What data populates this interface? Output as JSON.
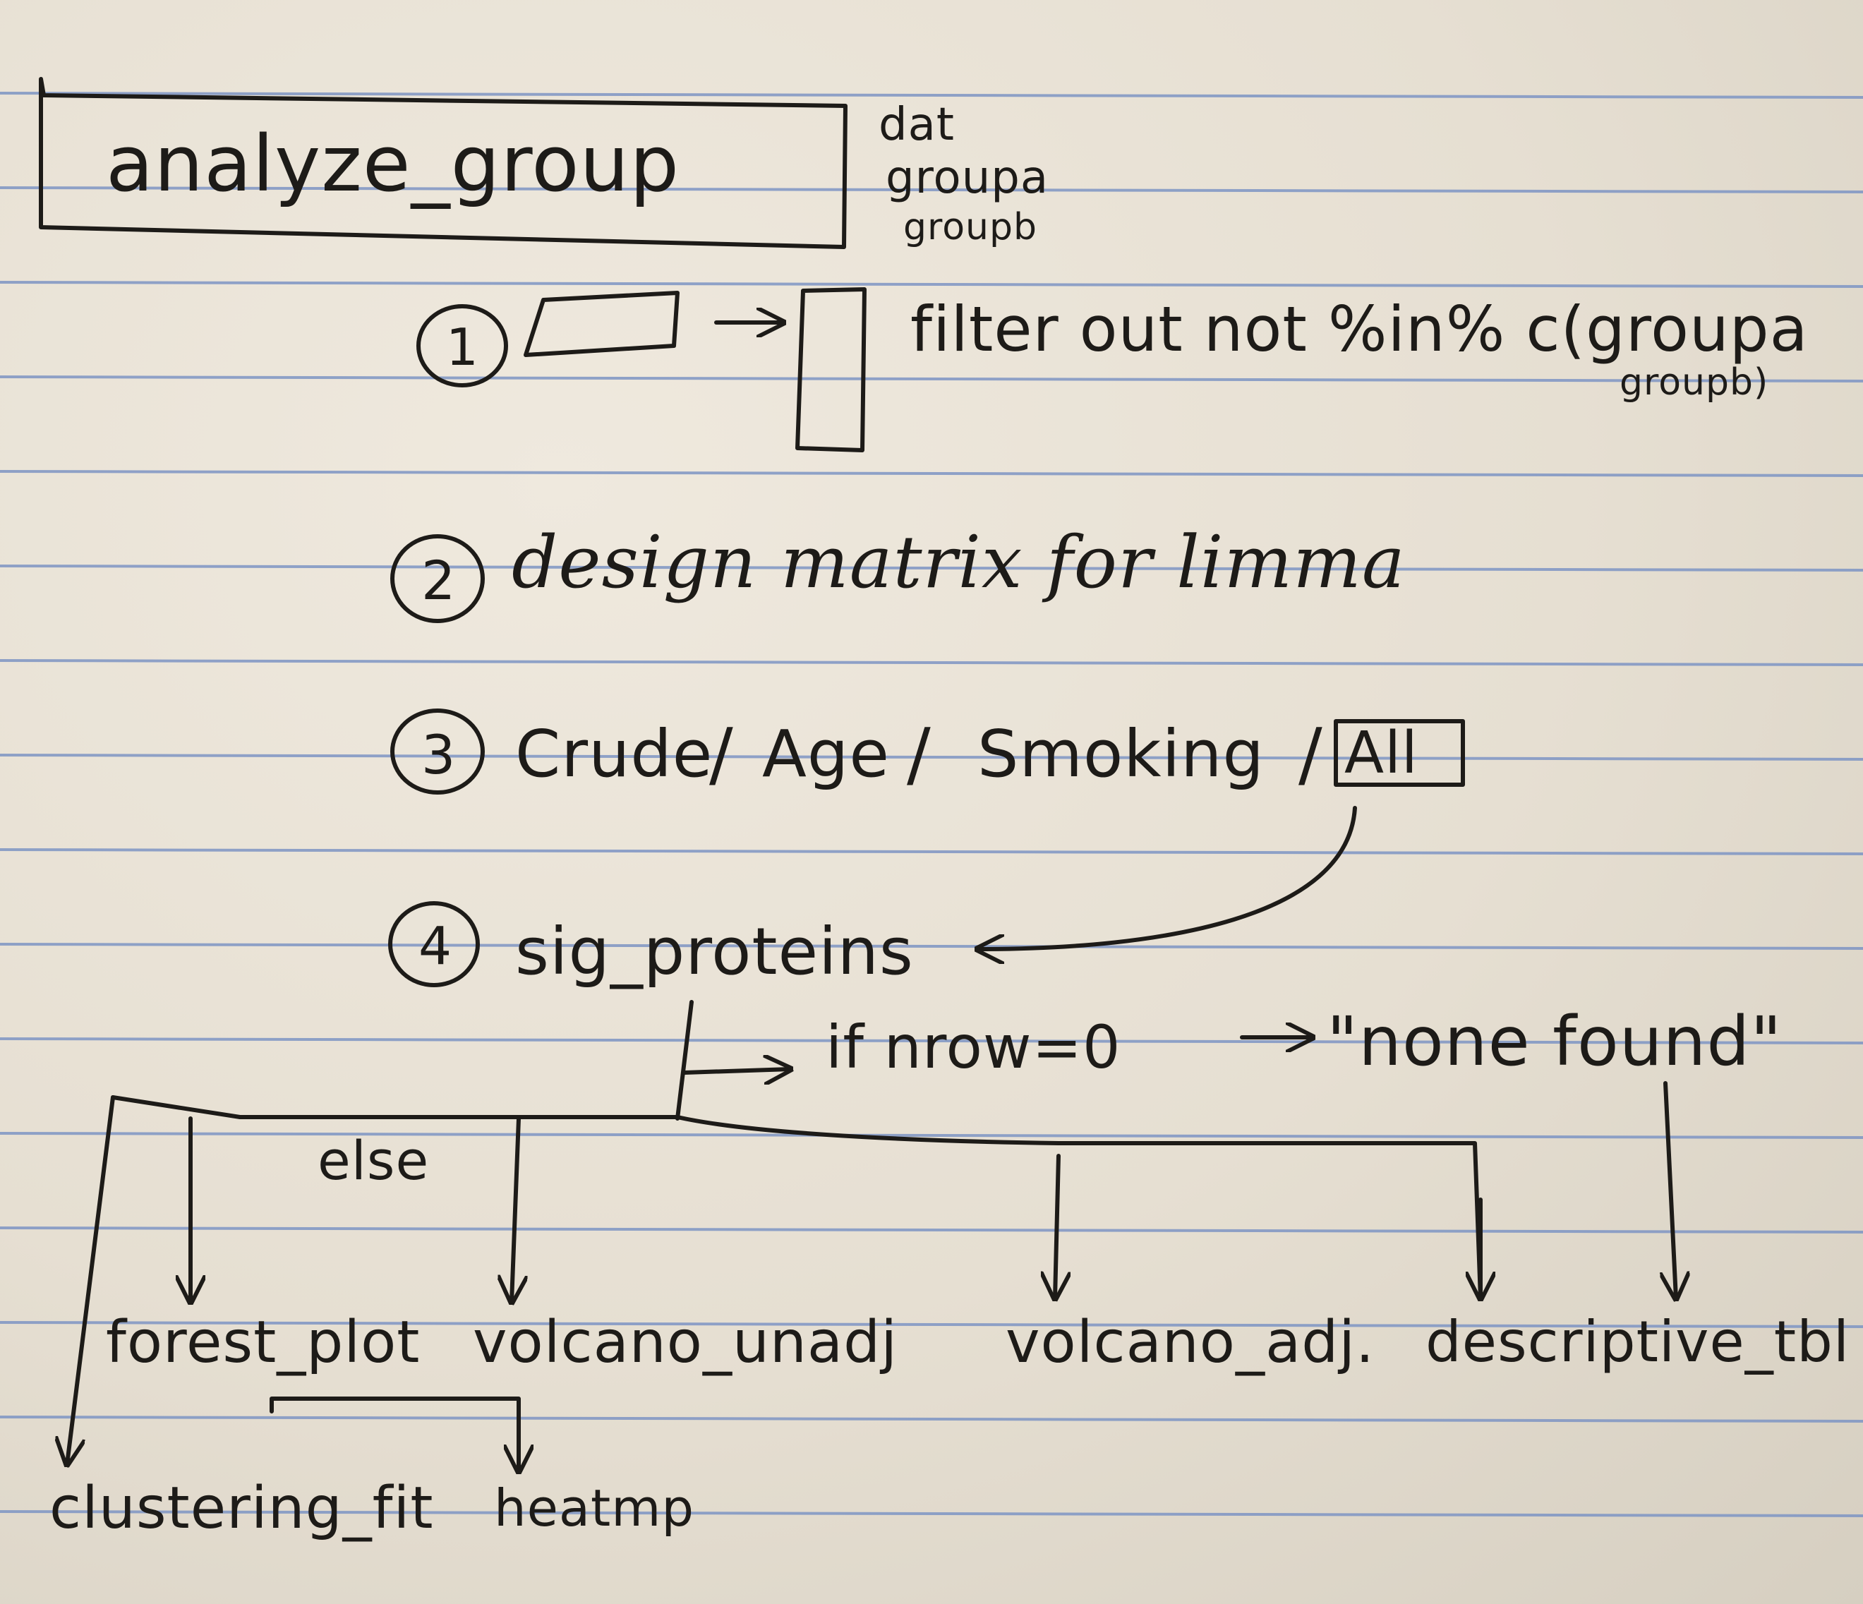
{
  "notes": {
    "function_name": "analyze_group",
    "args": [
      "dat",
      "groupa",
      "groupb"
    ],
    "steps": [
      {
        "number": "1",
        "text": "filter out not %in% c(groupa",
        "text_cont": "groupb)"
      },
      {
        "number": "2",
        "text": "design matrix for limma"
      },
      {
        "number": "3",
        "parts": [
          "Crude",
          "/",
          "Age",
          "/",
          "Smoking",
          "/",
          "All"
        ]
      },
      {
        "number": "4",
        "text": "sig_proteins"
      }
    ],
    "condition": {
      "text": "if nrow=0",
      "result": "\"none found\"",
      "else": "else"
    },
    "outputs": [
      "forest_plot",
      "volcano_unadj",
      "volcano_adj.",
      "descriptive_tbl"
    ],
    "sub_outputs": [
      "clustering_fit",
      "heatmp"
    ]
  },
  "colors": {
    "ink": "#1d1b18",
    "rule_line": "#7e95c4",
    "paper": "#e9e3d7"
  }
}
